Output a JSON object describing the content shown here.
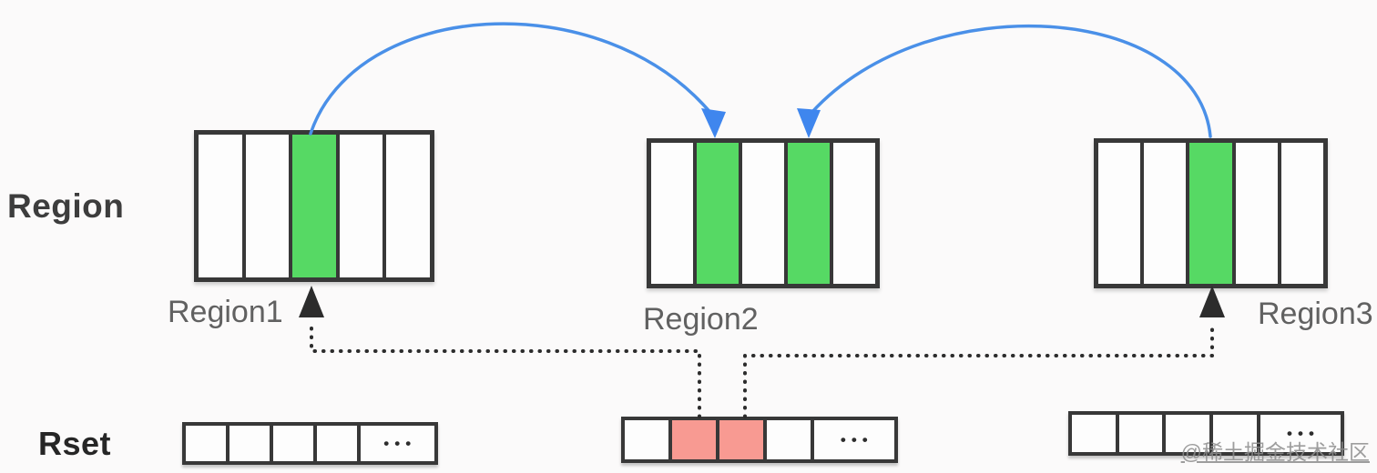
{
  "diagram": {
    "row_labels": {
      "region": "Region",
      "rset": "Rset"
    },
    "regions": [
      {
        "label": "Region1",
        "cells": [
          "plain",
          "plain",
          "green",
          "plain",
          "plain"
        ]
      },
      {
        "label": "Region2",
        "cells": [
          "plain",
          "green",
          "plain",
          "green",
          "plain"
        ]
      },
      {
        "label": "Region3",
        "cells": [
          "plain",
          "plain",
          "green",
          "plain",
          "plain"
        ]
      }
    ],
    "rsets": [
      {
        "cells": [
          "plain",
          "plain",
          "plain",
          "plain",
          "dots"
        ]
      },
      {
        "cells": [
          "plain",
          "pink",
          "pink",
          "plain",
          "dots"
        ]
      },
      {
        "cells": [
          "plain",
          "plain",
          "plain",
          "plain",
          "dots"
        ]
      }
    ],
    "ellipsis": "•••",
    "watermark": "@稀土掘金技术社区"
  },
  "colors": {
    "green": "#56d964",
    "pink": "#f89a92",
    "blue": "#4a90e8",
    "blue-head": "#3f86ee"
  }
}
